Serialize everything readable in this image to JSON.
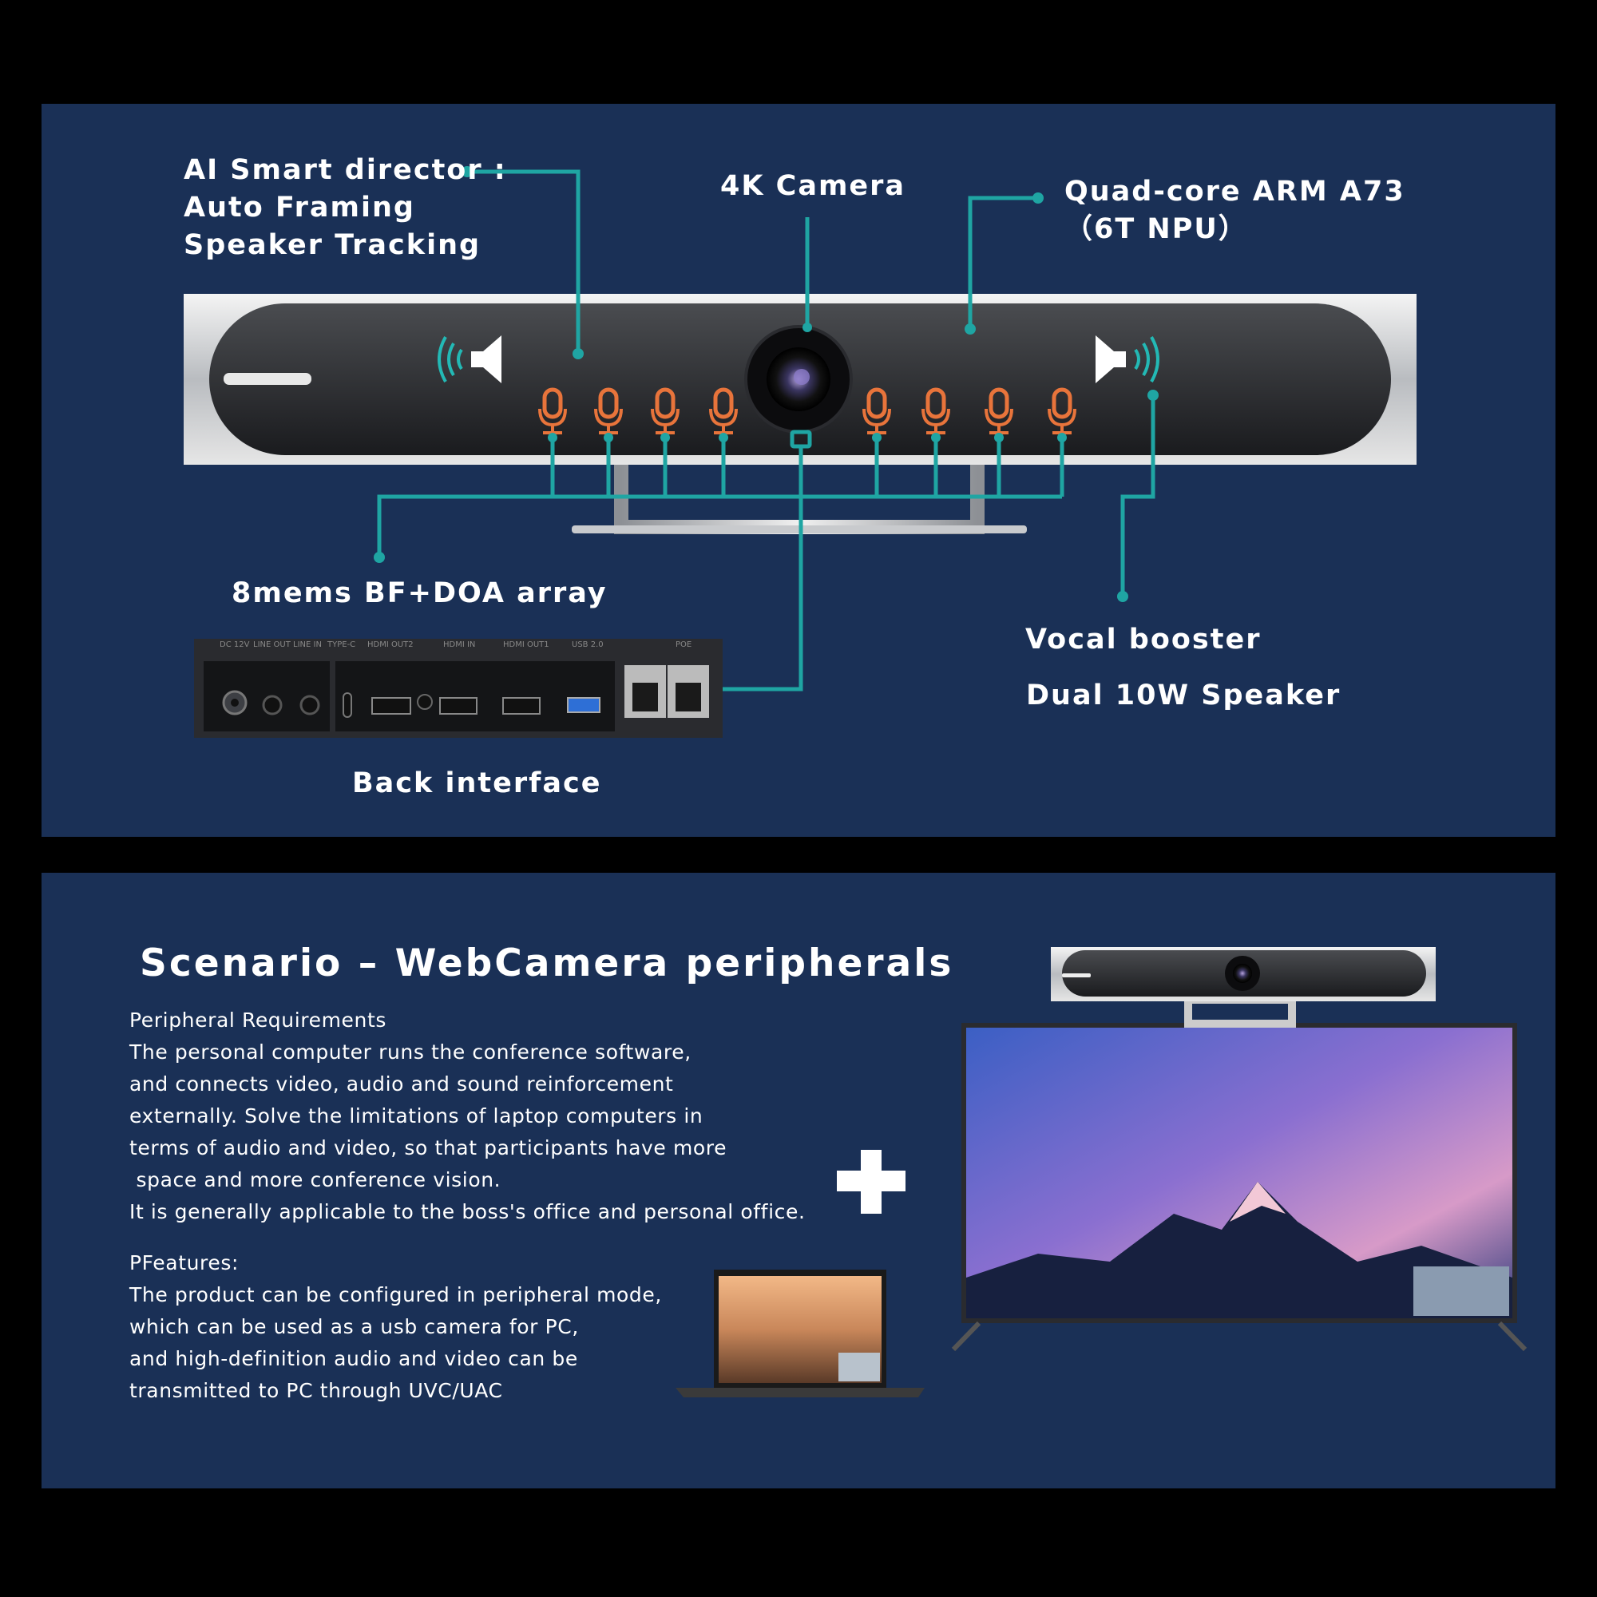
{
  "top": {
    "ai": [
      "AI Smart director :",
      "Auto Framing",
      "Speaker Tracking"
    ],
    "camera": "4K Camera",
    "cpu": [
      "Quad-core ARM A73",
      "（6T NPU）"
    ],
    "mics": "8mems BF+DOA array",
    "booster": "Vocal booster",
    "speaker": "Dual 10W Speaker",
    "back": "Back interface",
    "ports": [
      "DC 12V",
      "LINE OUT",
      "LINE IN",
      "TYPE-C",
      "HDMI OUT2",
      "HDMI IN",
      "HDMI OUT1",
      "USB 2.0",
      "POE"
    ]
  },
  "bottom": {
    "title": "Scenario – WebCamera peripherals",
    "req_heading": "Peripheral Requirements",
    "req_lines": [
      "The personal computer runs the conference software,",
      "and connects video, audio and sound reinforcement",
      "externally. Solve the limitations of laptop computers in",
      "terms of audio and video, so that participants have more",
      " space and more conference vision.",
      "It is generally applicable to the boss's office and personal office."
    ],
    "feat_heading": "PFeatures:",
    "feat_lines": [
      "The product can be configured in peripheral mode,",
      "which can be used as a usb camera for PC,",
      "and high-definition audio and video can be",
      "transmitted to PC through UVC/UAC"
    ]
  },
  "colors": {
    "panel": "#1a3056",
    "teal": "#1fa5a3",
    "mic": "#e8743b"
  }
}
